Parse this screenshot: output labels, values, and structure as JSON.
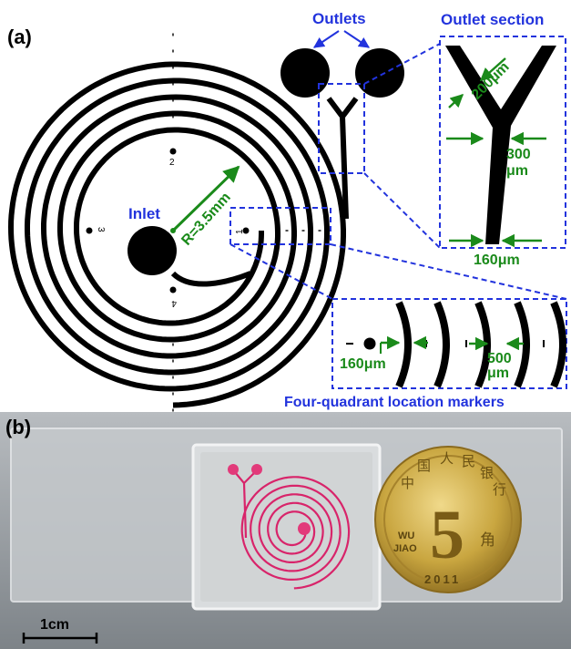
{
  "panel_a": {
    "label": "(a)",
    "outlets_label": "Outlets",
    "outlet_section_label": "Outlet section",
    "inlet_label": "Inlet",
    "radius_label": "R=3.5mm",
    "four_quadrant_label": "Four-quadrant location markers",
    "marker_numbers": [
      "1",
      "2",
      "3",
      "4"
    ],
    "dim_200": "200μm",
    "dim_300_a": "300",
    "dim_300_b": "μm",
    "dim_160_outlet": "160μm",
    "dim_160_marker": "160μm",
    "dim_500_a": "500",
    "dim_500_b": "μm",
    "colors": {
      "annotation_blue": "#2233dd",
      "dimension_green": "#1a8a1a",
      "channel": "#000000"
    }
  },
  "panel_b": {
    "label": "(b)",
    "scale_label": "1cm",
    "coin_chars": [
      "中",
      "国",
      "人",
      "民",
      "银",
      "行"
    ],
    "coin_value": "5",
    "coin_text_left_1": "WU",
    "coin_text_left_2": "JIAO",
    "coin_text_right": "角",
    "coin_year": "2011",
    "colors": {
      "channel_pink": "#d8246a",
      "coin_gold": "#c9a640",
      "photo_bg": "#8e949a"
    }
  }
}
